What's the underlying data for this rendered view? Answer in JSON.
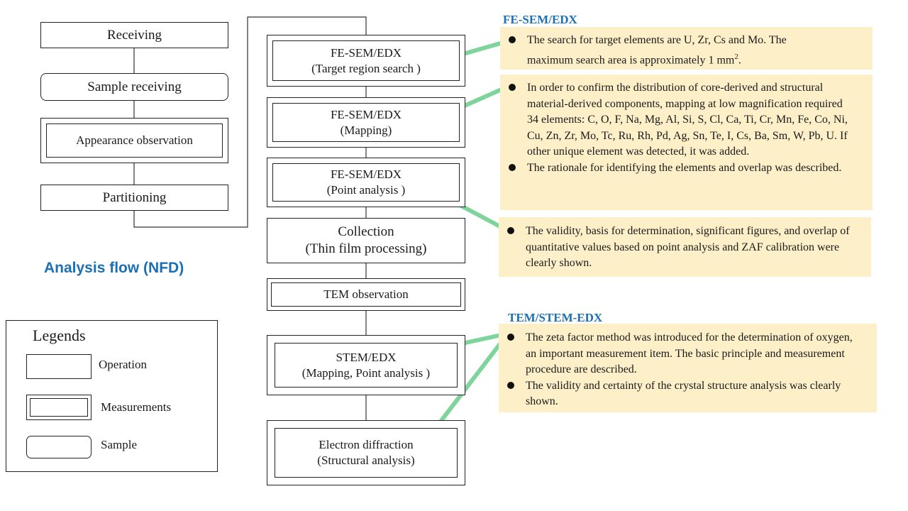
{
  "flow": {
    "title": "Analysis flow (NFD)",
    "left": {
      "receiving": "Receiving",
      "sample_receiving": "Sample receiving",
      "appearance": "Appearance observation",
      "partitioning": "Partitioning"
    },
    "right": {
      "fesem_search": {
        "line1": "FE-SEM/EDX",
        "line2": "(Target region search )"
      },
      "fesem_mapping": {
        "line1": "FE-SEM/EDX",
        "line2": "(Mapping)"
      },
      "fesem_point": {
        "line1": "FE-SEM/EDX",
        "line2": "(Point analysis  )"
      },
      "collection": {
        "line1": "Collection",
        "line2": "(Thin film processing)"
      },
      "tem": "TEM observation",
      "stem": {
        "line1": "STEM/EDX",
        "line2": "(Mapping,  Point analysis  )"
      },
      "diffraction": {
        "line1": "Electron diffraction",
        "line2": "(Structural analysis)"
      }
    }
  },
  "legend": {
    "title": "Legends",
    "operation": "Operation",
    "measurements": "Measurements",
    "sample": "Sample"
  },
  "notes": {
    "fesem_header": "FE-SEM/EDX",
    "tem_header": "TEM/STEM-EDX",
    "search_l1": "The search for target elements are U, Zr, Cs and Mo. The",
    "search_l2": "maximum  search area is approximately  1 mm",
    "search_sup": "2",
    "search_end": ".",
    "mapping_p1": "In order to confirm the distribution  of core-derived and structural material-derived  components, mapping at low magnification  required 34 elements:  C, O, F, Na, Mg, Al,  Si, S, Cl, Ca, Ti, Cr, Mn,  Fe, Co, Ni,  Cu, Zn, Zr, Mo, Tc, Ru, Rh, Pd, Ag, Sn, Te, I, Cs, Ba,  Sm, W, Pb, U. If other unique element was detected, it was added.",
    "mapping_p2": "The rationale  for identifying  the elements and overlap was described.",
    "point_p1": "The validity,  basis for determination,  significant  figures, and overlap of quantitative  values based on point analysis and ZAF calibration  were clearly  shown.",
    "tem_p1": "The zeta factor method was introduced for the determination  of oxygen, an important measurement item. The basic principle and measurement  procedure are described.",
    "tem_p2": "The validity and certainty of the crystal structure analysis was clearly shown."
  },
  "colors": {
    "note_bg": "#fdefc8",
    "arrow": "#7fd49b",
    "title_blue": "#1b6fb5"
  }
}
